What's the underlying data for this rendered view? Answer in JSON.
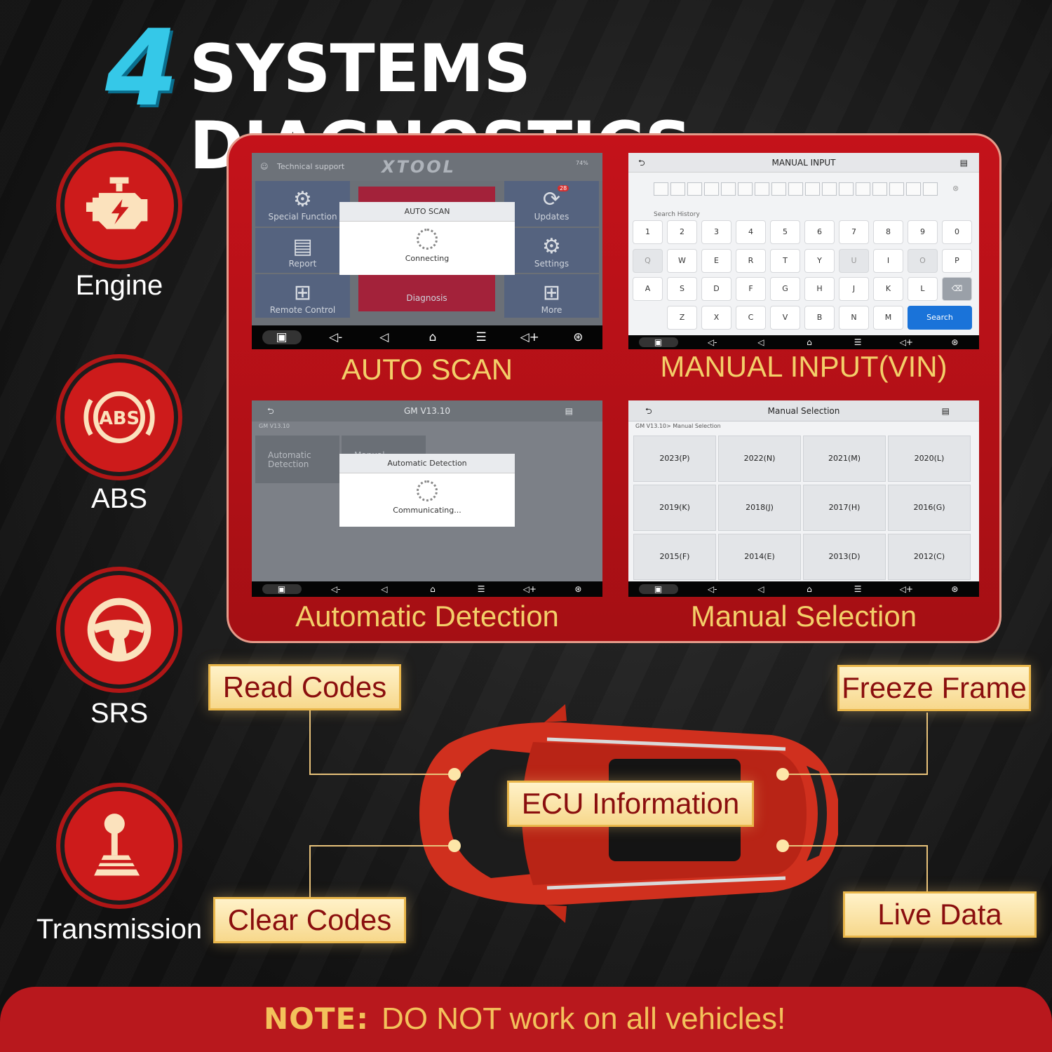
{
  "header": {
    "number": "4",
    "title": "SYSTEMS DIAGNOSTICS"
  },
  "systems": [
    {
      "label": "Engine",
      "icon": "engine-icon"
    },
    {
      "label": "ABS",
      "icon": "abs-icon",
      "icon_text": "ABS"
    },
    {
      "label": "SRS",
      "icon": "steering-wheel-icon"
    },
    {
      "label": "Transmission",
      "icon": "gear-shifter-icon"
    }
  ],
  "screens": {
    "auto_scan": {
      "caption": "AUTO SCAN",
      "support": "Technical support",
      "brand": "XTOOL",
      "battery": "74%",
      "tiles": {
        "special_function": "Special Function",
        "report": "Report",
        "remote_control": "Remote Control",
        "diagnosis": "Diagnosis",
        "updates": "Updates",
        "updates_badge": "28",
        "settings": "Settings",
        "more": "More"
      },
      "modal": {
        "title": "AUTO SCAN",
        "status": "Connecting"
      }
    },
    "manual_input": {
      "caption": "MANUAL INPUT(VIN)",
      "title": "MANUAL INPUT",
      "history": "Search History",
      "row1": [
        "1",
        "2",
        "3",
        "4",
        "5",
        "6",
        "7",
        "8",
        "9",
        "0"
      ],
      "row2": [
        "Q",
        "W",
        "E",
        "R",
        "T",
        "Y",
        "U",
        "I",
        "O",
        "P"
      ],
      "row3": [
        "A",
        "S",
        "D",
        "F",
        "G",
        "H",
        "J",
        "K",
        "L"
      ],
      "row4": [
        "Z",
        "X",
        "C",
        "V",
        "B",
        "N",
        "M"
      ],
      "search": "Search"
    },
    "automatic_detection": {
      "caption": "Automatic Detection",
      "title": "GM V13.10",
      "crumb": "GM V13.10",
      "tab1": "Automatic Detection",
      "tab2": "Manual",
      "modal": {
        "title": "Automatic Detection",
        "status": "Communicating..."
      }
    },
    "manual_selection": {
      "caption": "Manual Selection",
      "title": "Manual Selection",
      "crumb": "GM V13.10> Manual Selection",
      "years": [
        "2023(P)",
        "2022(N)",
        "2021(M)",
        "2020(L)",
        "2019(K)",
        "2018(J)",
        "2017(H)",
        "2016(G)",
        "2015(F)",
        "2014(E)",
        "2013(D)",
        "2012(C)"
      ]
    }
  },
  "features": {
    "read_codes": "Read Codes",
    "freeze_frame": "Freeze Frame",
    "ecu_information": "ECU Information",
    "clear_codes": "Clear Codes",
    "live_data": "Live Data"
  },
  "note": {
    "label": "NOTE:",
    "text": "DO NOT work on all vehicles!"
  },
  "colors": {
    "panel_red": "#c4121a",
    "caption_gold": "#f3cf69",
    "accent_cyan": "#35c8e8",
    "label_text": "#8a0e0e",
    "search_blue": "#1a73d9"
  }
}
